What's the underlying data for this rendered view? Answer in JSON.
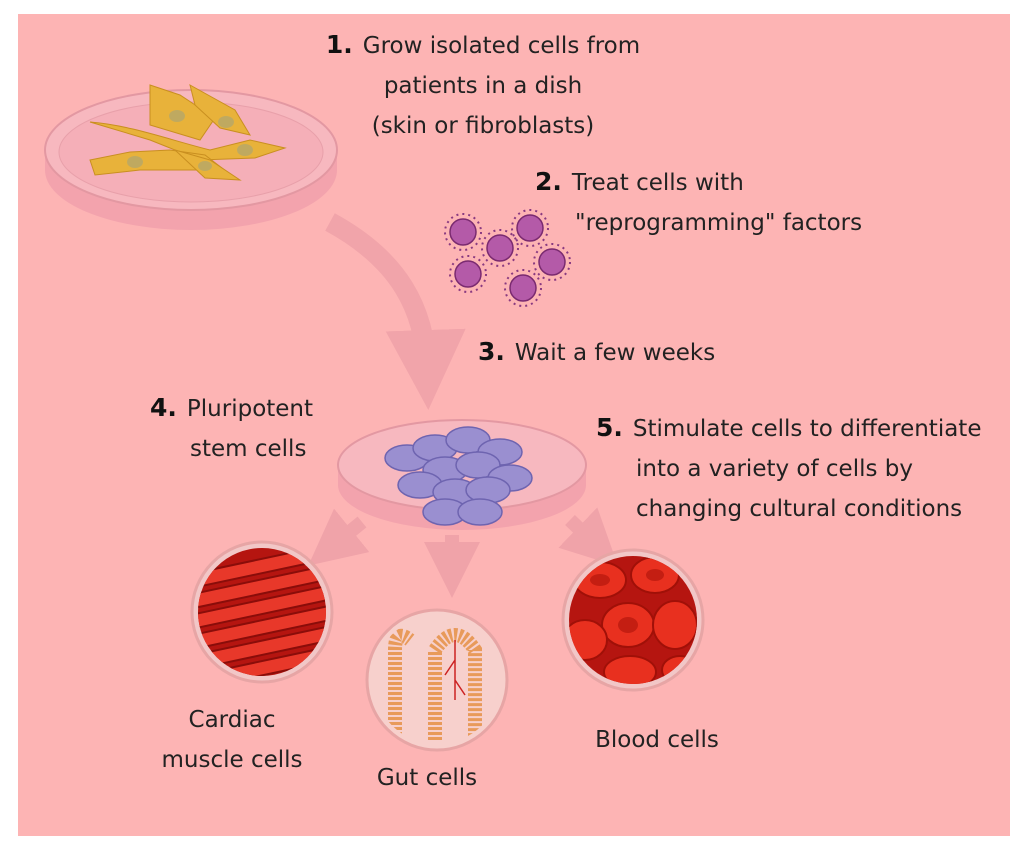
{
  "steps": [
    {
      "number": "1.",
      "lines": [
        "Grow isolated cells from",
        "patients in a dish",
        "(skin or fibroblasts)"
      ]
    },
    {
      "number": "2.",
      "lines": [
        "Treat cells with",
        "\"reprogramming\" factors"
      ]
    },
    {
      "number": "3.",
      "lines": [
        "Wait a few weeks"
      ]
    },
    {
      "number": "4.",
      "lines": [
        "Pluripotent",
        "stem cells"
      ]
    },
    {
      "number": "5.",
      "lines": [
        "Stimulate cells to differentiate",
        "into a variety of cells by",
        "changing cultural conditions"
      ]
    }
  ],
  "outcomes": {
    "cardiac": [
      "Cardiac",
      "muscle cells"
    ],
    "gut": [
      "Gut cells"
    ],
    "blood": [
      "Blood cells"
    ]
  },
  "colors": {
    "background": "#fdb4b4",
    "fibroblast": "#e8b23a",
    "stem_cell": "#9a8fd0",
    "virus": "#a0459a",
    "muscle": "#d8281e",
    "blood": "#e0301f",
    "arrow": "#f2a6ab"
  }
}
